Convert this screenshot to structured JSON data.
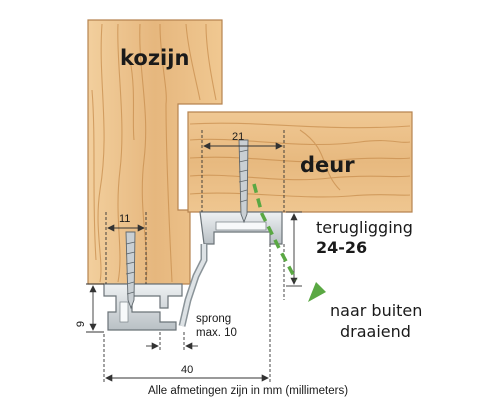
{
  "labels": {
    "frame": "kozijn",
    "door": "deur",
    "recess_line1": "terugligging",
    "recess_line2": "24-26",
    "swing_line1": "naar buiten",
    "swing_line2": "draaiend",
    "step_line1": "sprong",
    "step_line2": "max. 10",
    "caption": "Alle afmetingen zijn in mm (millimeters)"
  },
  "dimensions": {
    "screw_width_door": "21",
    "screw_width_frame": "11",
    "height_left": "9",
    "total_width": "40"
  },
  "colors": {
    "wood_light": "#e9be88",
    "wood_grain": "#c98f4f",
    "aluminium": "#d5dadd",
    "arrow_green": "#5aa843",
    "outline": "#333333"
  }
}
